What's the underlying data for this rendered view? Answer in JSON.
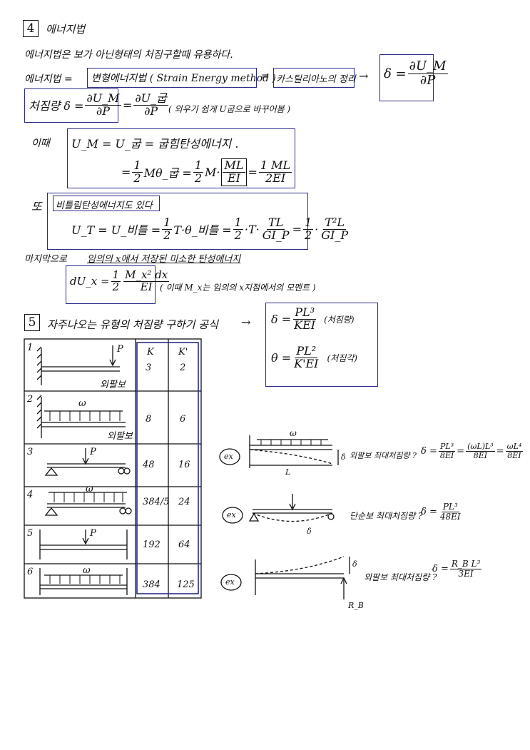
{
  "section4": {
    "number": "4",
    "title": "에너지법",
    "intro": "에너지법은 보가 아닌형태의 처짐구할때 유용하다.",
    "line2_lhs": "에너지법 =",
    "line2_box": "변형에너지법 ( Strain Energy method )",
    "line2_eq": "=",
    "castigliano": "카스틸리아노의 정리",
    "arrow": "→",
    "castigliano_formula": {
      "lhs": "δ =",
      "num": "∂U_M",
      "den": "∂P"
    },
    "deflection_label": "처짐량 δ =",
    "deflection_num": "∂U_M",
    "deflection_den": "∂P",
    "deflection_eq2": "=",
    "deflection_num2": "∂U_굽",
    "deflection_den2": "∂P",
    "deflection_note": "( 외우기 쉽게 U굽으로 바꾸어봄 )",
    "then_label": "이때",
    "bending_line1": "U_M = U_굽 = 굽힘탄성에너지 .",
    "bending_line2_a": "=",
    "bending_line2_frac1": {
      "num": "1",
      "den": "2"
    },
    "bending_line2_b": "Mθ_굽 =",
    "bending_line2_frac2": {
      "num": "1",
      "den": "2"
    },
    "bending_line2_c": "M·",
    "bending_line2_frac3": {
      "num": "ML",
      "den": "EI"
    },
    "bending_line2_d": "=",
    "bending_line2_frac4": {
      "num": "1 ML",
      "den": "2EI"
    },
    "also_label": "또",
    "torsion_title": "비틀림탄성에너지도 있다",
    "torsion_formula_a": "U_T = U_비틀 =",
    "torsion_frac1": {
      "num": "1",
      "den": "2"
    },
    "torsion_formula_b": "T·θ_비틀 =",
    "torsion_frac2": {
      "num": "1",
      "den": "2"
    },
    "torsion_formula_c": "·T·",
    "torsion_frac3": {
      "num": "TL",
      "den": "GI_P"
    },
    "torsion_formula_d": "=",
    "torsion_frac4": {
      "num": "1",
      "den": "2"
    },
    "torsion_formula_e": "·",
    "torsion_frac5": {
      "num": "T²L",
      "den": "GI_P"
    },
    "lastly_label": "마지막으로",
    "lastly_text": "임의의 x에서 저장된 미소한 탄성에너지",
    "micro_lhs": "dU_x =",
    "micro_frac1": {
      "num": "1",
      "den": "2"
    },
    "micro_frac2": {
      "num": "M_x² dx",
      "den": "EI"
    },
    "micro_note": "( 이때 M_x는 임의의 x지점에서의 모멘트 )"
  },
  "section5": {
    "number": "5",
    "title": "자주나오는 유형의 처짐량 구하기 공식",
    "arrow": "→",
    "formula_delta": {
      "lhs": "δ =",
      "num": "PL³",
      "den": "KEI",
      "note": "(처짐량)"
    },
    "formula_theta": {
      "lhs": "θ =",
      "num": "PL²",
      "den": "K'EI",
      "note": "(처짐각)"
    },
    "table": {
      "headers": [
        "K",
        "K'"
      ],
      "rows": [
        {
          "case": "1",
          "load": "P",
          "K": "3",
          "Kp": "2",
          "note": "외팔보"
        },
        {
          "case": "2",
          "load": "ω",
          "K": "8",
          "Kp": "6",
          "note": "외팔보"
        },
        {
          "case": "3",
          "load": "P",
          "K": "48",
          "Kp": "16"
        },
        {
          "case": "4",
          "load": "ω",
          "K": "384/5",
          "Kp": "24"
        },
        {
          "case": "5",
          "load": "P",
          "K": "192",
          "Kp": "64"
        },
        {
          "case": "6",
          "load": "ω",
          "K": "384",
          "Kp": "125"
        }
      ]
    },
    "examples": [
      {
        "tag": "ex",
        "load": "ω",
        "span": "L",
        "delta": "δ",
        "text": "외팔보 최대처짐량 ?",
        "lhs": "δ =",
        "f1": {
          "num": "PL³",
          "den": "8EI"
        },
        "f2": {
          "num": "(ωL)L³",
          "den": "8EI"
        },
        "f3": {
          "num": "ωL⁴",
          "den": "8EI"
        }
      },
      {
        "tag": "ex",
        "delta": "δ",
        "text": "단순보 최대처짐량 ?",
        "lhs": "δ =",
        "f1": {
          "num": "PL³",
          "den": "48EI"
        }
      },
      {
        "tag": "ex",
        "delta": "δ",
        "reaction": "R_B",
        "text": "외팔보 최대처짐량 ?",
        "lhs": "δ =",
        "f1": {
          "num": "R_B L³",
          "den": "3EI"
        }
      }
    ]
  },
  "colors": {
    "ink": "#111111",
    "box": "#2a2a8c"
  }
}
